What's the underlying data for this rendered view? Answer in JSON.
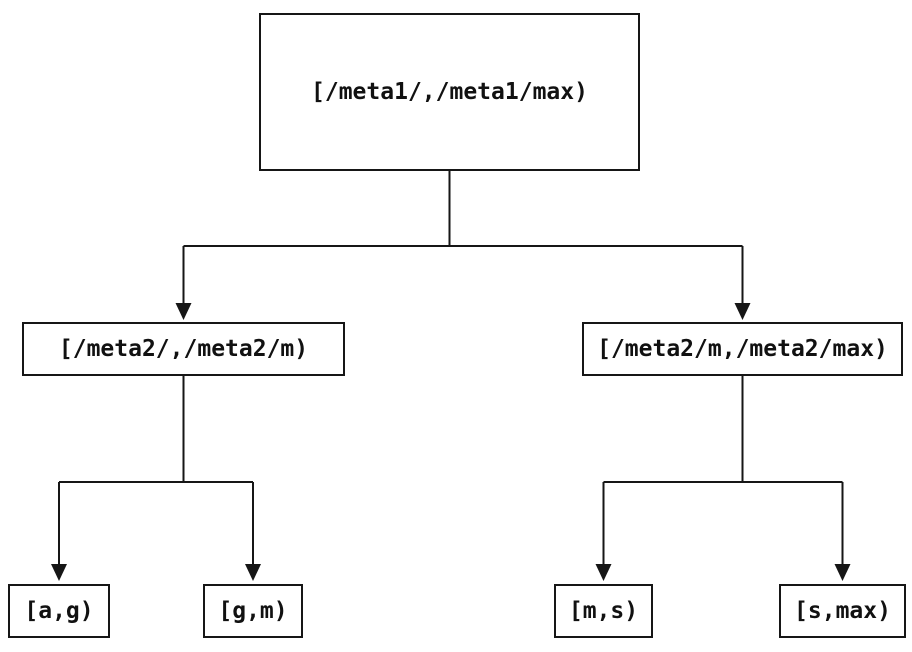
{
  "colors": {
    "background": "#ffffff",
    "line": "#161616",
    "text": "#111111"
  },
  "tree": {
    "root": {
      "label": "[/meta1/,/meta1/max)",
      "children": [
        {
          "label": "[/meta2/,/meta2/m)",
          "children": [
            {
              "label": "[a,g)"
            },
            {
              "label": "[g,m)"
            }
          ]
        },
        {
          "label": "[/meta2/m,/meta2/max)",
          "children": [
            {
              "label": "[m,s)"
            },
            {
              "label": "[s,max)"
            }
          ]
        }
      ]
    }
  }
}
